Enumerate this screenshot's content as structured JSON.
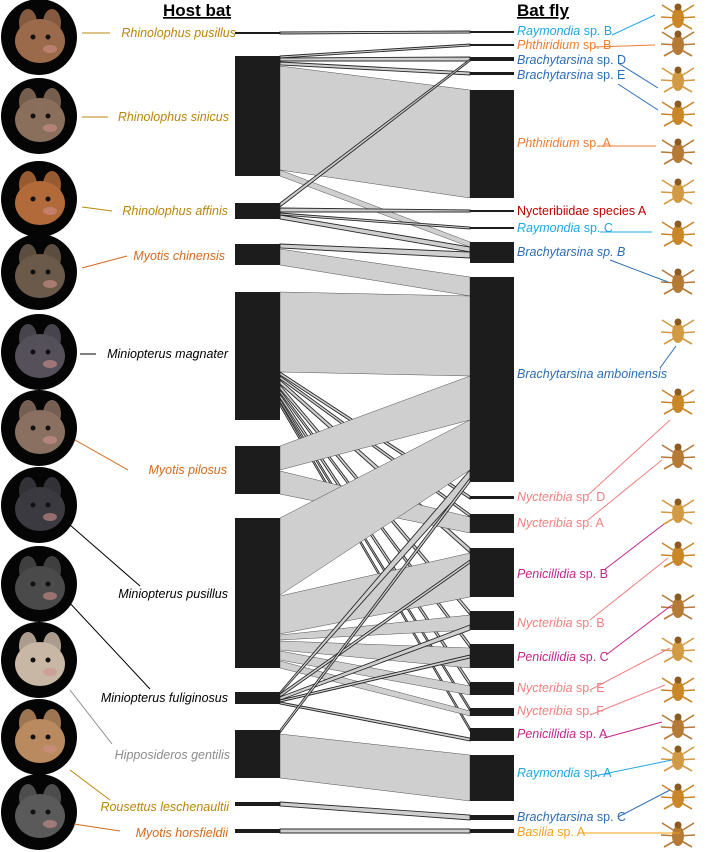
{
  "headers": {
    "hosts": "Host bat",
    "flies": "Bat fly"
  },
  "hosts": [
    {
      "id": "rp",
      "italic": "Rhinolophus pusillus",
      "rest": "",
      "color": "#b8860b"
    },
    {
      "id": "rs",
      "italic": "Rhinolophus sinicus",
      "rest": "",
      "color": "#b8860b"
    },
    {
      "id": "ra",
      "italic": "Rhinolophus affinis",
      "rest": "",
      "color": "#b8860b"
    },
    {
      "id": "mc",
      "italic": "Myotis chinensis",
      "rest": "",
      "color": "#d2691e"
    },
    {
      "id": "mm",
      "italic": "Miniopterus magnater",
      "rest": "",
      "color": "#000000"
    },
    {
      "id": "mp",
      "italic": "Myotis pilosus",
      "rest": "",
      "color": "#d2691e"
    },
    {
      "id": "mpu",
      "italic": "Miniopterus pusillus",
      "rest": "",
      "color": "#000000"
    },
    {
      "id": "mf",
      "italic": "Miniopterus fuliginosus",
      "rest": "",
      "color": "#000000"
    },
    {
      "id": "hg",
      "italic": "Hipposideros gentilis",
      "rest": "",
      "color": "#8c8c8c"
    },
    {
      "id": "rl",
      "italic": "Rousettus leschenaultii",
      "rest": "",
      "color": "#b8860b"
    },
    {
      "id": "mh",
      "italic": "Myotis horsfieldii",
      "rest": "",
      "color": "#d2691e"
    }
  ],
  "flies": [
    {
      "id": "rayB",
      "italic": "Raymondia",
      "rest": " sp. B",
      "color": "#1ea7e0"
    },
    {
      "id": "phtB",
      "italic": "Phthiridium",
      "rest": " sp. B",
      "color": "#ef7c31"
    },
    {
      "id": "braD",
      "italic": "Brachytarsina",
      "rest": " sp. D",
      "color": "#2a6db5"
    },
    {
      "id": "braE",
      "italic": "Brachytarsina",
      "rest": " sp. E",
      "color": "#2a6db5"
    },
    {
      "id": "phtA",
      "italic": "Phthiridium",
      "rest": " sp. A",
      "color": "#ef7c31"
    },
    {
      "id": "nycS",
      "italic": "",
      "rest": "Nycteribiidae species A",
      "color": "#c00000"
    },
    {
      "id": "rayC",
      "italic": "Raymondia",
      "rest": " sp. C",
      "color": "#1ea7e0"
    },
    {
      "id": "braB",
      "italic": "Brachytarsina sp. B",
      "rest": "",
      "color": "#2a6db5"
    },
    {
      "id": "braAm",
      "italic": "Brachytarsina amboinensis",
      "rest": "",
      "color": "#2a6db5"
    },
    {
      "id": "nycD",
      "italic": "Nycteribia",
      "rest": " sp. D",
      "color": "#f08080"
    },
    {
      "id": "nycA",
      "italic": "Nycteribia",
      "rest": " sp. A",
      "color": "#f08080"
    },
    {
      "id": "penB",
      "italic": "Penicillidia",
      "rest": " sp. B",
      "color": "#c2278c"
    },
    {
      "id": "nycB",
      "italic": "Nycteribia",
      "rest": " sp. B",
      "color": "#f08080"
    },
    {
      "id": "penC",
      "italic": "Penicillidia",
      "rest": " sp. C",
      "color": "#c2278c"
    },
    {
      "id": "nycE",
      "italic": "Nycteribia",
      "rest": " sp. E",
      "color": "#f08080"
    },
    {
      "id": "nycF",
      "italic": "Nycteribia",
      "rest": " sp. F",
      "color": "#f08080"
    },
    {
      "id": "penA",
      "italic": "Penicillidia",
      "rest": " sp. A",
      "color": "#c2278c"
    },
    {
      "id": "rayA",
      "italic": "Raymondia",
      "rest": " sp. A",
      "color": "#1ea7e0"
    },
    {
      "id": "braC",
      "italic": "Brachytarsina",
      "rest": " sp. C",
      "color": "#2a6db5"
    },
    {
      "id": "basA",
      "italic": "Basilia",
      "rest": " sp. A",
      "color": "#f2a21a"
    }
  ],
  "colors": {
    "bar": "#1c1c1c",
    "link": "#cfcfcf",
    "link_stroke": "#2a2a2a"
  }
}
